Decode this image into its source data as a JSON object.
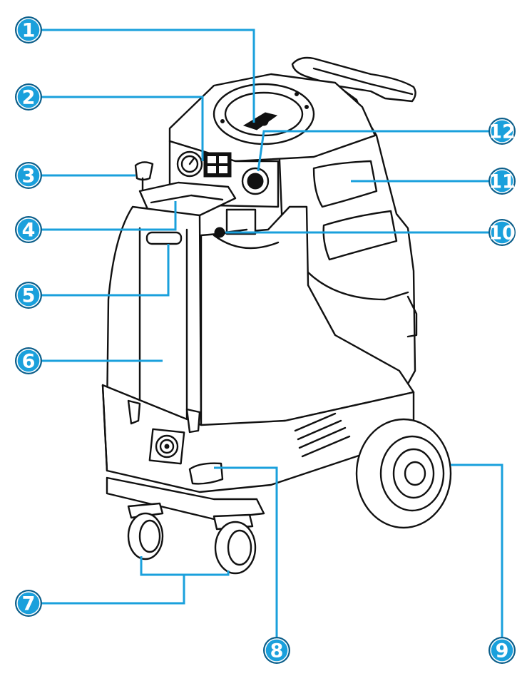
{
  "colors": {
    "callout_fill": "#1aa0dc",
    "callout_ring": "#0b5e8a",
    "leader_line": "#1aa0dc",
    "ink": "#111111"
  },
  "callouts": [
    {
      "label": "1"
    },
    {
      "label": "2"
    },
    {
      "label": "3"
    },
    {
      "label": "4"
    },
    {
      "label": "5"
    },
    {
      "label": "6"
    },
    {
      "label": "7"
    },
    {
      "label": "8"
    },
    {
      "label": "9"
    },
    {
      "label": "10"
    },
    {
      "label": "11"
    },
    {
      "label": "12"
    }
  ],
  "illustration": {
    "subject": "carpet-extractor-machine",
    "parts": [
      "handle",
      "top-dome",
      "gauge",
      "switch-panel",
      "valve-knob",
      "tray",
      "side-handle",
      "tank",
      "caster-wheels",
      "rear-wheel",
      "fan-vent",
      "hose-port",
      "air-vents"
    ]
  }
}
